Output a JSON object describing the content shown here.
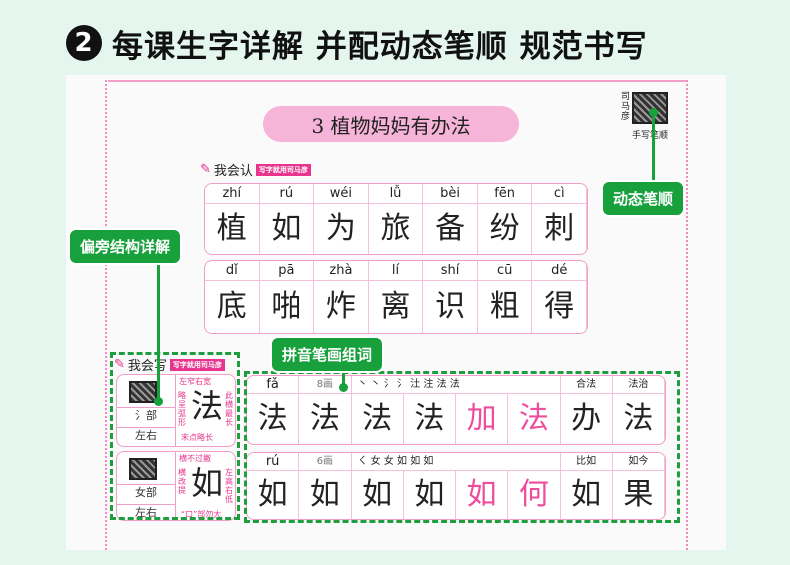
{
  "headline": {
    "number": "2",
    "text": "每课生字详解 并配动态笔顺 规范书写"
  },
  "lesson_title": "3 植物妈妈有办法",
  "qr": {
    "side_label": "司马彦",
    "caption": "手写笔顺"
  },
  "recognize": {
    "title": "我会认",
    "tag": "写字就用司马彦",
    "rows": [
      {
        "pinyin": [
          "zhí",
          "rú",
          "wéi",
          "lǚ",
          "bèi",
          "fēn",
          "cì"
        ],
        "chars": [
          "植",
          "如",
          "为",
          "旅",
          "备",
          "纷",
          "刺"
        ]
      },
      {
        "pinyin": [
          "dǐ",
          "pā",
          "zhà",
          "lí",
          "shí",
          "cū",
          "dé"
        ],
        "chars": [
          "底",
          "啪",
          "炸",
          "离",
          "识",
          "粗",
          "得"
        ]
      }
    ]
  },
  "write": {
    "title": "我会写",
    "tag": "写字就用司马彦",
    "cards": [
      {
        "char": "法",
        "radical": "氵部",
        "structure": "左右",
        "notes": [
          "左窄右宽",
          "略呈弧形",
          "此横最长",
          "末点略长"
        ]
      },
      {
        "char": "如",
        "radical": "女部",
        "structure": "左右",
        "notes": [
          "横不过撇",
          "横改提",
          "左高右低",
          "“口”部勿大"
        ]
      }
    ],
    "rows": [
      {
        "pinyin": "fǎ",
        "strokes": "8画",
        "order": "丶 丶 氵 氵 汢 注 法 法",
        "words": [
          "合法",
          "法治"
        ],
        "chars": [
          "法",
          "法",
          "法",
          "法",
          "加",
          "法",
          "办",
          "法"
        ]
      },
      {
        "pinyin": "rú",
        "strokes": "6画",
        "order": "ㄑ 女 女 如 如 如",
        "words": [
          "比如",
          "如今"
        ],
        "chars": [
          "如",
          "如",
          "如",
          "如",
          "如",
          "何",
          "如",
          "果"
        ]
      }
    ]
  },
  "labels": {
    "dynamic": "动态笔顺",
    "radical": "偏旁结构详解",
    "pinyin": "拼音笔画组词"
  },
  "colors": {
    "green": "#17a03c",
    "pink": "#ee4c9c"
  }
}
